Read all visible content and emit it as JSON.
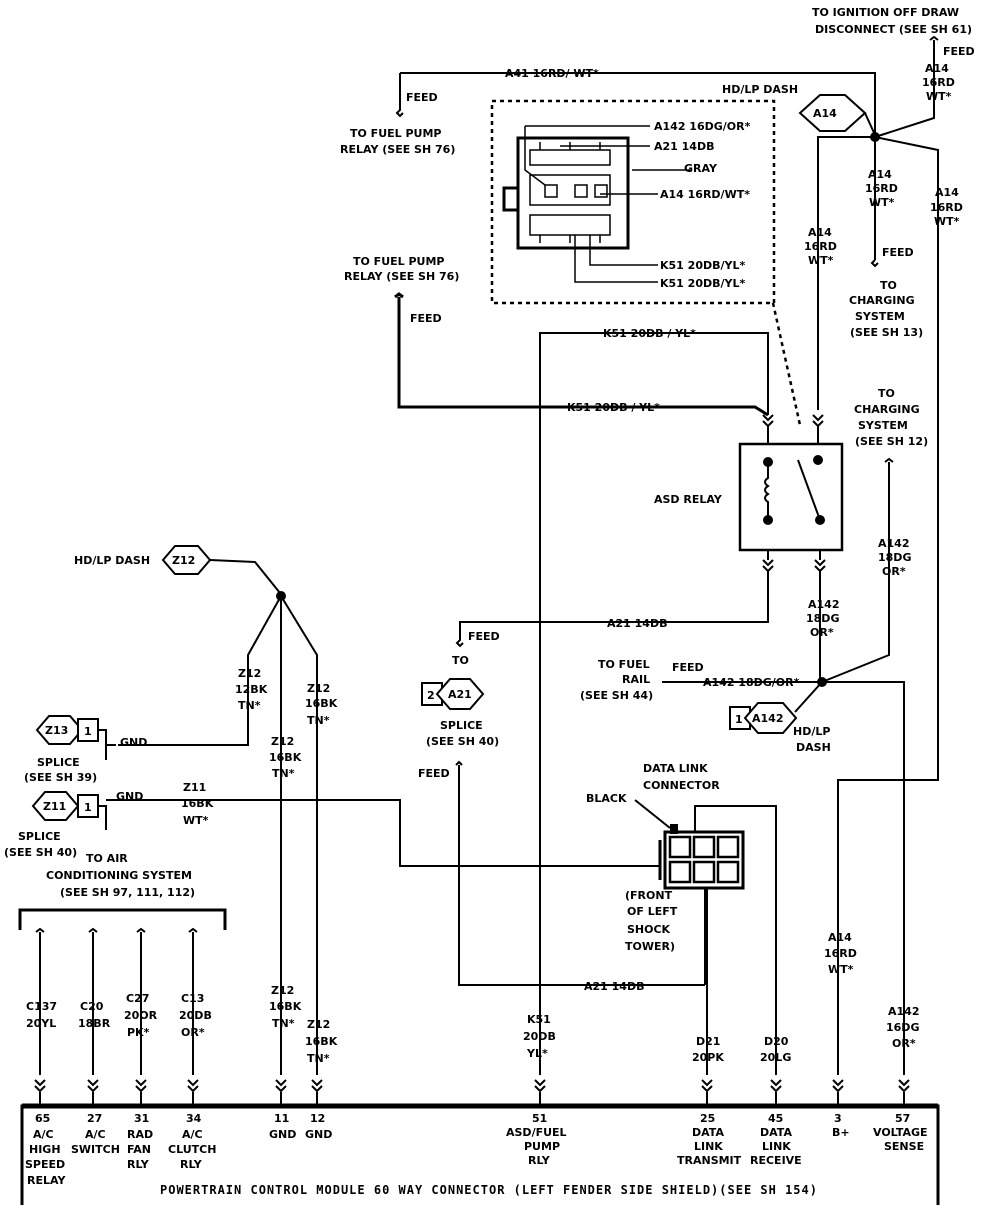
{
  "top": {
    "ignition_l1": "TO IGNITION OFF DRAW",
    "ignition_l2": "DISCONNECT (SEE SH 61)",
    "feed": "FEED",
    "a14_top_l1": "A14",
    "a14_top_l2": "16RD",
    "a14_top_l3": "WT*",
    "a41": "A41  16RD/ WT*",
    "fuel_pump1_l1": "TO FUEL PUMP",
    "fuel_pump1_l2": "RELAY (SEE SH 76)",
    "hdlp_dash": "HD/LP DASH",
    "a14_diamond": "A14"
  },
  "ignition_connector": {
    "a142": "A142 16DG/OR*",
    "a21": "A21  14DB",
    "gray": "GRAY",
    "a14": "A14  16RD/WT*",
    "k51a": "K51  20DB/YL*",
    "k51b": "K51  20DB/YL*"
  },
  "right_upper": {
    "a14_mid_l1": "A14",
    "a14_mid_l2": "16RD",
    "a14_mid_l3": "WT*",
    "a14_right_l1": "A14",
    "a14_right_l2": "16RD",
    "a14_right_l3": "WT*",
    "a14_left_l1": "A14",
    "a14_left_l2": "16RD",
    "a14_left_l3": "WT*",
    "feed": "FEED",
    "charging13_l1": "TO",
    "charging13_l2": "CHARGING",
    "charging13_l3": "SYSTEM",
    "charging13_l4": "(SEE SH 13)",
    "charging12_l1": "TO",
    "charging12_l2": "CHARGING",
    "charging12_l3": "SYSTEM",
    "charging12_l4": "(SEE SH 12)"
  },
  "fuel_pump2": {
    "l1": "TO FUEL PUMP",
    "l2": "RELAY (SEE SH 76)",
    "feed": "FEED",
    "k51_top": "K51  20DB / YL*",
    "k51_mid": "K51  20DB / YL*"
  },
  "asd_relay": {
    "label": "ASD  RELAY"
  },
  "mid": {
    "a142_l1": "A142",
    "a142_l2": "18DG",
    "a142_l3": "OR*",
    "a142_r_l1": "A142",
    "a142_r_l2": "18DG",
    "a142_r_l3": "OR*",
    "a21": "A21  14DB",
    "feed": "FEED",
    "to": "TO",
    "a21_diamond_num": "2",
    "a21_diamond": "A21",
    "splice_l1": "SPLICE",
    "splice_l2": "(SEE SH 40)",
    "feed2": "FEED",
    "fuel_rail_l1": "TO FUEL",
    "fuel_rail_l2": "RAIL",
    "fuel_rail_l3": "(SEE SH 44)",
    "feed3": "FEED",
    "a142_rail": "A142 18DG/OR*",
    "a142_diamond_num": "1",
    "a142_diamond": "A142",
    "hdlp_dash_l1": "HD/LP",
    "hdlp_dash_l2": "DASH"
  },
  "left": {
    "hdlp_dash": "HD/LP DASH",
    "z12_diamond": "Z12",
    "z12a_l1": "Z12",
    "z12a_l2": "12BK",
    "z12a_l3": "TN*",
    "z12b_l1": "Z12",
    "z12b_l2": "16BK",
    "z12b_l3": "TN*",
    "z12c_l1": "Z12",
    "z12c_l2": "16BK",
    "z12c_l3": "TN*",
    "z13_diamond": "Z13",
    "z13_num": "1",
    "gnd1": "GND",
    "splice1_l1": "SPLICE",
    "splice1_l2": "(SEE SH 39)",
    "z11_diamond": "Z11",
    "z11_num": "1",
    "gnd2": "GND",
    "splice2_l1": "SPLICE",
    "splice2_l2": "(SEE SH 40)",
    "z11_l1": "Z11",
    "z11_l2": "16BK",
    "z11_l3": "WT*"
  },
  "data_link": {
    "l1": "DATA LINK",
    "l2": "CONNECTOR",
    "black": "BLACK",
    "front_l1": "(FRONT",
    "front_l2": "OF LEFT",
    "front_l3": "SHOCK",
    "front_l4": "TOWER)",
    "a21_bottom": "A21 14DB"
  },
  "ac": {
    "l1": "TO  AIR",
    "l2": "CONDITIONING SYSTEM",
    "l3": "(SEE SH 97, 111, 112)"
  },
  "lower_wires": {
    "c137_l1": "C137",
    "c137_l2": "20YL",
    "c20_l1": "C20",
    "c20_l2": "18BR",
    "c27_l1": "C27",
    "c27_l2": "20OR",
    "c27_l3": "PK*",
    "c13_l1": "C13",
    "c13_l2": "20DB",
    "c13_l3": "OR*",
    "z12d_l1": "Z12",
    "z12d_l2": "16BK",
    "z12d_l3": "TN*",
    "z12e_l1": "Z12",
    "z12e_l2": "16BK",
    "z12e_l3": "TN*",
    "k51_l1": "K51",
    "k51_l2": "20DB",
    "k51_l3": "YL*",
    "d21_l1": "D21",
    "d21_l2": "20PK",
    "d20_l1": "D20",
    "d20_l2": "20LG",
    "a14_l1": "A14",
    "a14_l2": "16RD",
    "a14_l3": "WT*",
    "a142_l1": "A142",
    "a142_l2": "16DG",
    "a142_l3": "OR*"
  },
  "pcm": {
    "p65_num": "65",
    "p65_l1": "A/C",
    "p65_l2": "HIGH",
    "p65_l3": "SPEED",
    "p65_l4": "RELAY",
    "p27_num": "27",
    "p27_l1": "A/C",
    "p27_l2": "SWITCH",
    "p31_num": "31",
    "p31_l1": "RAD",
    "p31_l2": "FAN",
    "p31_l3": "RLY",
    "p34_num": "34",
    "p34_l1": "A/C",
    "p34_l2": "CLUTCH",
    "p34_l3": "RLY",
    "p11_num": "11",
    "p11_l1": "GND",
    "p12_num": "12",
    "p12_l1": "GND",
    "p51_num": "51",
    "p51_l1": "ASD/FUEL",
    "p51_l2": "PUMP",
    "p51_l3": "RLY",
    "p25_num": "25",
    "p25_l1": "DATA",
    "p25_l2": "LINK",
    "p25_l3": "TRANSMIT",
    "p45_num": "45",
    "p45_l1": "DATA",
    "p45_l2": "LINK",
    "p45_l3": "RECEIVE",
    "p3_num": "3",
    "p3_l1": "B+",
    "p57_num": "57",
    "p57_l1": "VOLTAGE",
    "p57_l2": "SENSE",
    "footer": "POWERTRAIN CONTROL  MODULE 60 WAY CONNECTOR  (LEFT FENDER SIDE SHIELD)(SEE SH 154)"
  }
}
